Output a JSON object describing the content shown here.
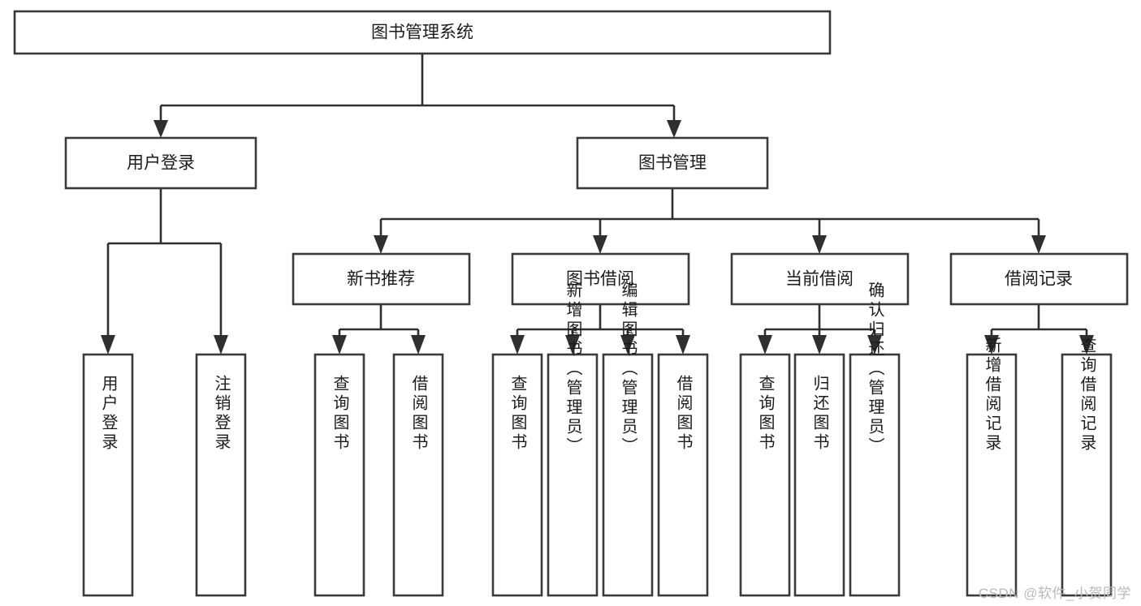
{
  "diagram": {
    "type": "tree-flowchart",
    "title": "图书管理系统",
    "watermark": "CSDN @软件_小贺同学",
    "colors": {
      "box_fill": "#ffffff",
      "box_stroke": "#3a3a3a",
      "line": "#2f2f2f",
      "text": "#1b1b1b",
      "watermark": "#b9b9b9"
    },
    "root": {
      "label": "图书管理系统"
    },
    "level2": [
      {
        "label": "用户登录"
      },
      {
        "label": "图书管理"
      }
    ],
    "level3": [
      {
        "label": "新书推荐"
      },
      {
        "label": "图书借阅"
      },
      {
        "label": "当前借阅"
      },
      {
        "label": "借阅记录"
      }
    ],
    "leaves": {
      "user_login": [
        {
          "label": "用户登录"
        },
        {
          "label": "注销登录"
        }
      ],
      "new_book_recommend": [
        {
          "label": "查询图书"
        },
        {
          "label": "借阅图书"
        }
      ],
      "book_borrow": [
        {
          "label": "查询图书"
        },
        {
          "label": "新增图书（管理员）"
        },
        {
          "label": "编辑图书（管理员）"
        },
        {
          "label": "借阅图书"
        }
      ],
      "current_borrow": [
        {
          "label": "查询图书"
        },
        {
          "label": "归还图书"
        },
        {
          "label": "确认归还（管理员）"
        }
      ],
      "borrow_record": [
        {
          "label": "新增借阅记录"
        },
        {
          "label": "查询借阅记录"
        }
      ]
    }
  }
}
